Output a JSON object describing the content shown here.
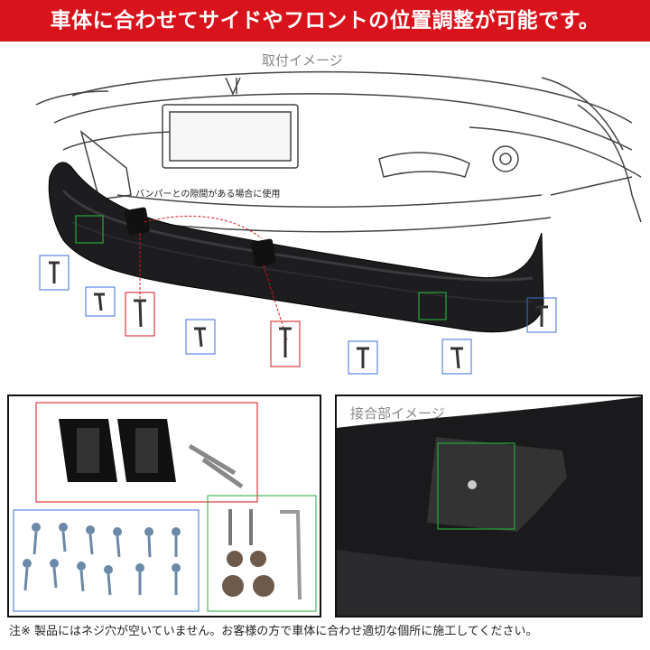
{
  "banner": {
    "text": "車体に合わせてサイドやフロントの位置調整が可能です。",
    "bg_color": "#d8131b"
  },
  "caption_top": "取付イメージ",
  "gap_note": "バンパーとの隙間がある場合に使用",
  "right_panel_title": "接合部イメージ",
  "footnote": "注※ 製品にはネジ穴が空いていません。お客様の方で車体に合わせ適切な個所に施工してください。",
  "highlight_colors": {
    "blue": "#3b6fd8",
    "red": "#d8131b",
    "green": "#27a83a"
  },
  "icons": [
    "car-front",
    "front-lip-spoiler",
    "screw",
    "rubber-spacer",
    "bolt",
    "washer",
    "hex-key"
  ]
}
